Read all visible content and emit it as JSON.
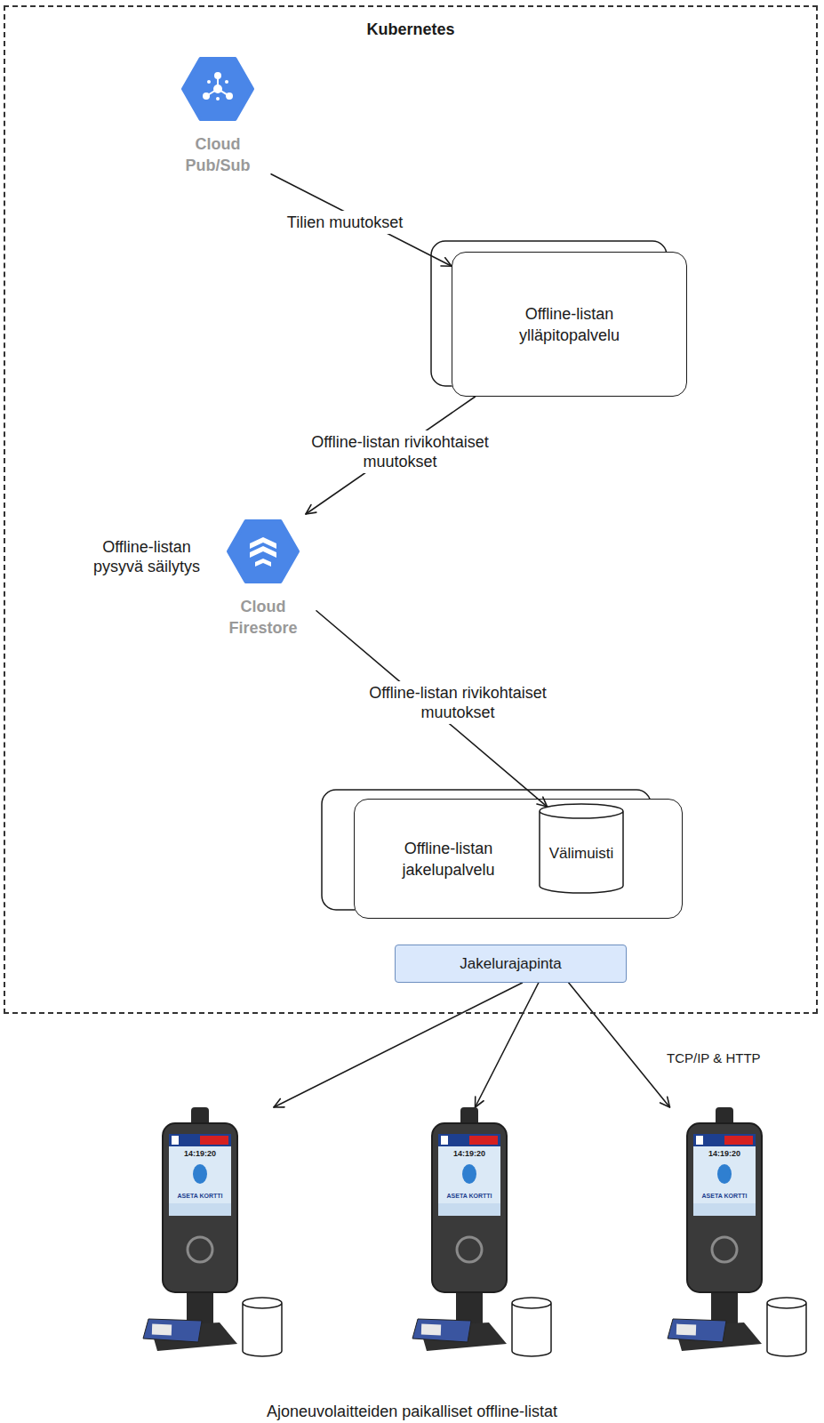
{
  "diagram": {
    "caption": "Ajoneuvolaitteiden paikalliset offline-listat",
    "nodes": [
      {
        "text": [
          "Kubernetes"
        ]
      },
      {
        "text": [
          "Cloud Pub/Sub"
        ],
        "in": 0
      },
      {
        "text": [
          "Offline-listan ylläpitopalvelu"
        ],
        "in": 0
      },
      {
        "text": [
          "Cloud Firestore"
        ],
        "in": 0
      },
      {
        "text": [
          "Offline-listan jakelupalvelu"
        ],
        "in": 0
      },
      {
        "text": [
          "Välimuisti"
        ],
        "in": 4
      },
      {
        "text": [
          "Jakelurajapinta"
        ],
        "in": 0
      },
      {
        "text": [
          "14:19:20",
          "ASETA KORTTI"
        ]
      },
      {
        "text": [
          "14:19:20",
          "ASETA KORTTI"
        ]
      },
      {
        "text": [
          "14:19:20",
          "ASETA KORTTI"
        ]
      }
    ],
    "edges": [
      {
        "from": 1,
        "to": 2,
        "arrow": "to",
        "label": "Tilien muutokset"
      },
      {
        "from": 2,
        "to": 3,
        "arrow": "to",
        "label": "Offline-listan rivikohtaiset muutokset"
      },
      {
        "from": 3,
        "to": 5,
        "arrow": "to",
        "label": "Offline-listan rivikohtaiset muutokset"
      },
      {
        "from": 6,
        "to": 7,
        "arrow": "to"
      },
      {
        "from": 6,
        "to": 8,
        "arrow": "to"
      },
      {
        "from": 6,
        "to": 9,
        "arrow": "to"
      }
    ],
    "labels": [
      "Offline-listan pysyvä säilytys",
      "TCP/IP & HTTP"
    ]
  }
}
